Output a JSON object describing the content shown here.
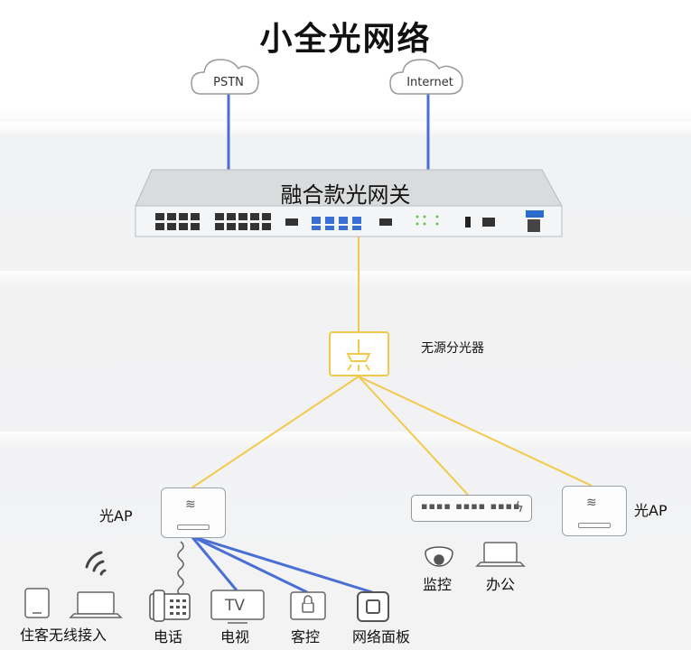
{
  "title": "小全光网络",
  "clouds": {
    "pstn": "PSTN",
    "internet": "Internet"
  },
  "gateway": {
    "label": "融合款光网关"
  },
  "splitter": {
    "label": "无源分光器"
  },
  "ap_left": {
    "label": "光AP"
  },
  "ap_right": {
    "label": "光AP"
  },
  "devices": {
    "guest_wireless": "住客无线接入",
    "phone": "电话",
    "tv": "电视",
    "tv_glyph": "TV",
    "room_control": "客控",
    "network_panel": "网络面板",
    "monitor": "监控",
    "office": "办公"
  },
  "colors": {
    "copper_line": "#4a6fd4",
    "fiber_line": "#f2c94c"
  }
}
